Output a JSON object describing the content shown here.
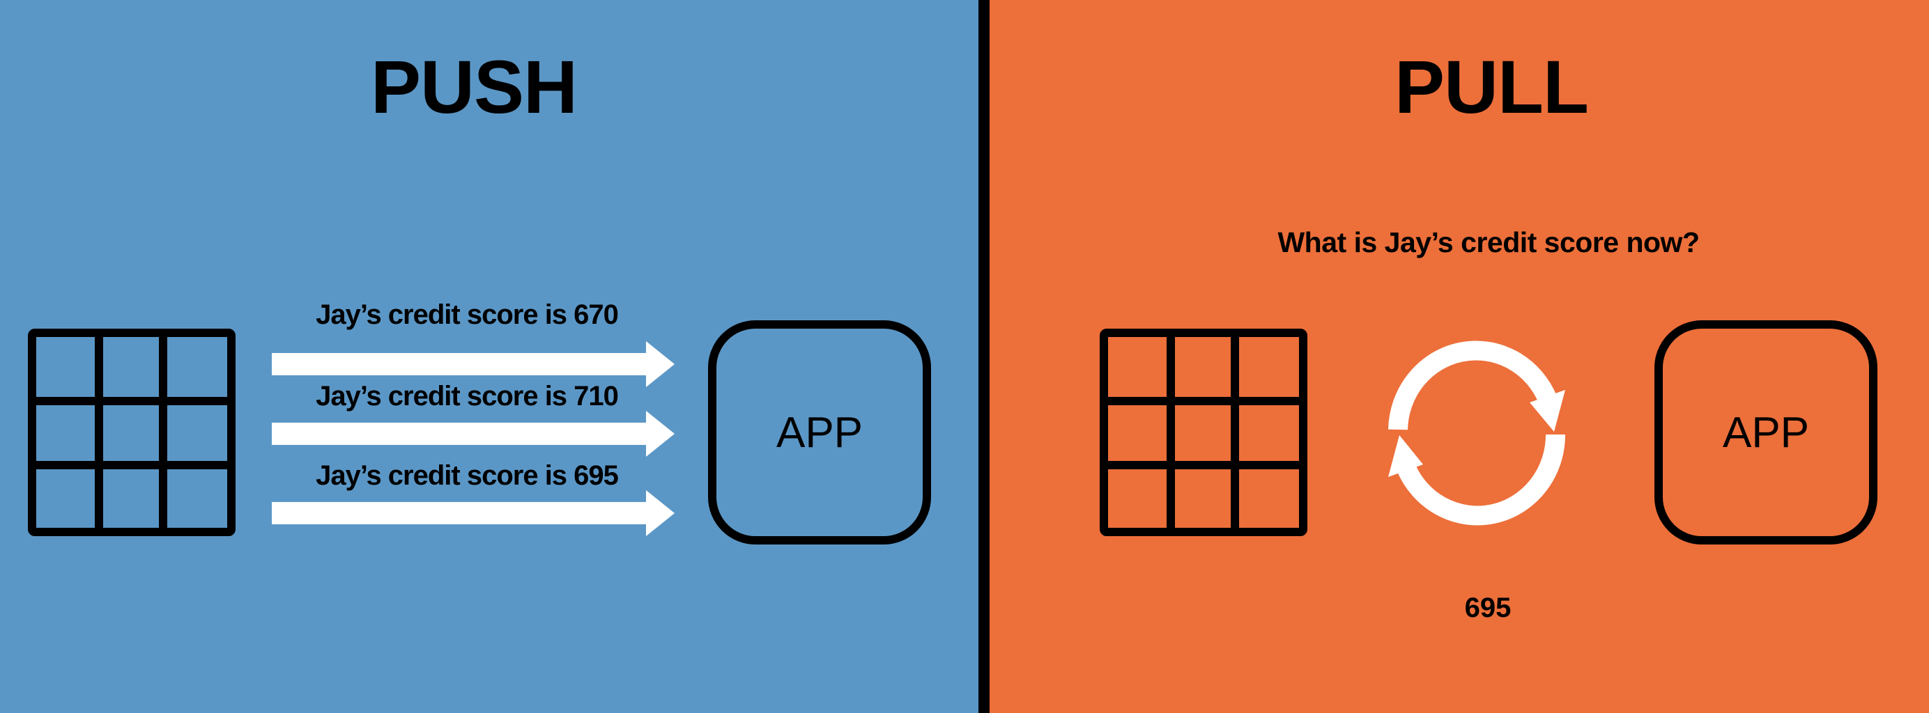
{
  "colors": {
    "push_bg": "#5B97C6",
    "pull_bg": "#ED6F3A",
    "divider": "#000000",
    "arrow": "#FFFFFF",
    "stroke": "#000000"
  },
  "push": {
    "title": "PUSH",
    "source_icon": "table-grid-icon",
    "messages": [
      {
        "label": "Jay’s credit score is 670",
        "icon": "arrow-right-icon"
      },
      {
        "label": "Jay’s credit score is 710",
        "icon": "arrow-right-icon"
      },
      {
        "label": "Jay’s credit score is 695",
        "icon": "arrow-right-icon"
      }
    ],
    "app_label": "APP"
  },
  "pull": {
    "title": "PULL",
    "question": "What is Jay’s credit score now?",
    "source_icon": "table-grid-icon",
    "sync_icon": "refresh-cycle-icon",
    "app_label": "APP",
    "result": "695"
  }
}
